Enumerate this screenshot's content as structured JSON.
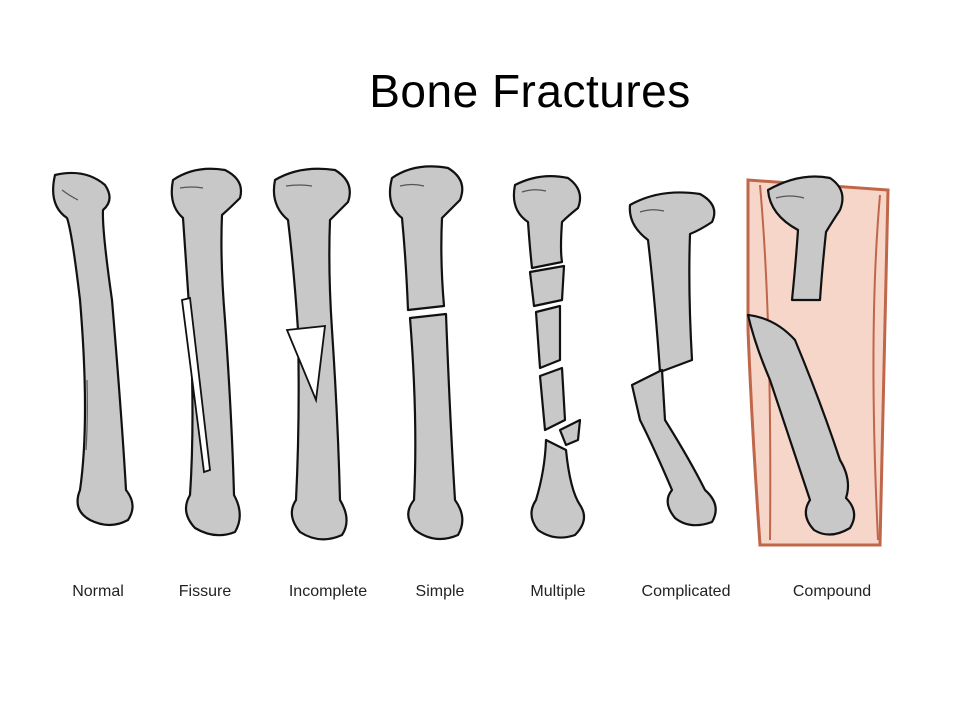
{
  "title": "Bone Fractures",
  "labels": [
    "Normal",
    "Fissure",
    "Incomplete",
    "Simple",
    "Multiple",
    "Complicated",
    "Compound"
  ],
  "colors": {
    "bone_fill": "#c8c8c8",
    "outline": "#111111",
    "skin_fill": "#f6d6c8",
    "skin_edge": "#c0664a"
  }
}
